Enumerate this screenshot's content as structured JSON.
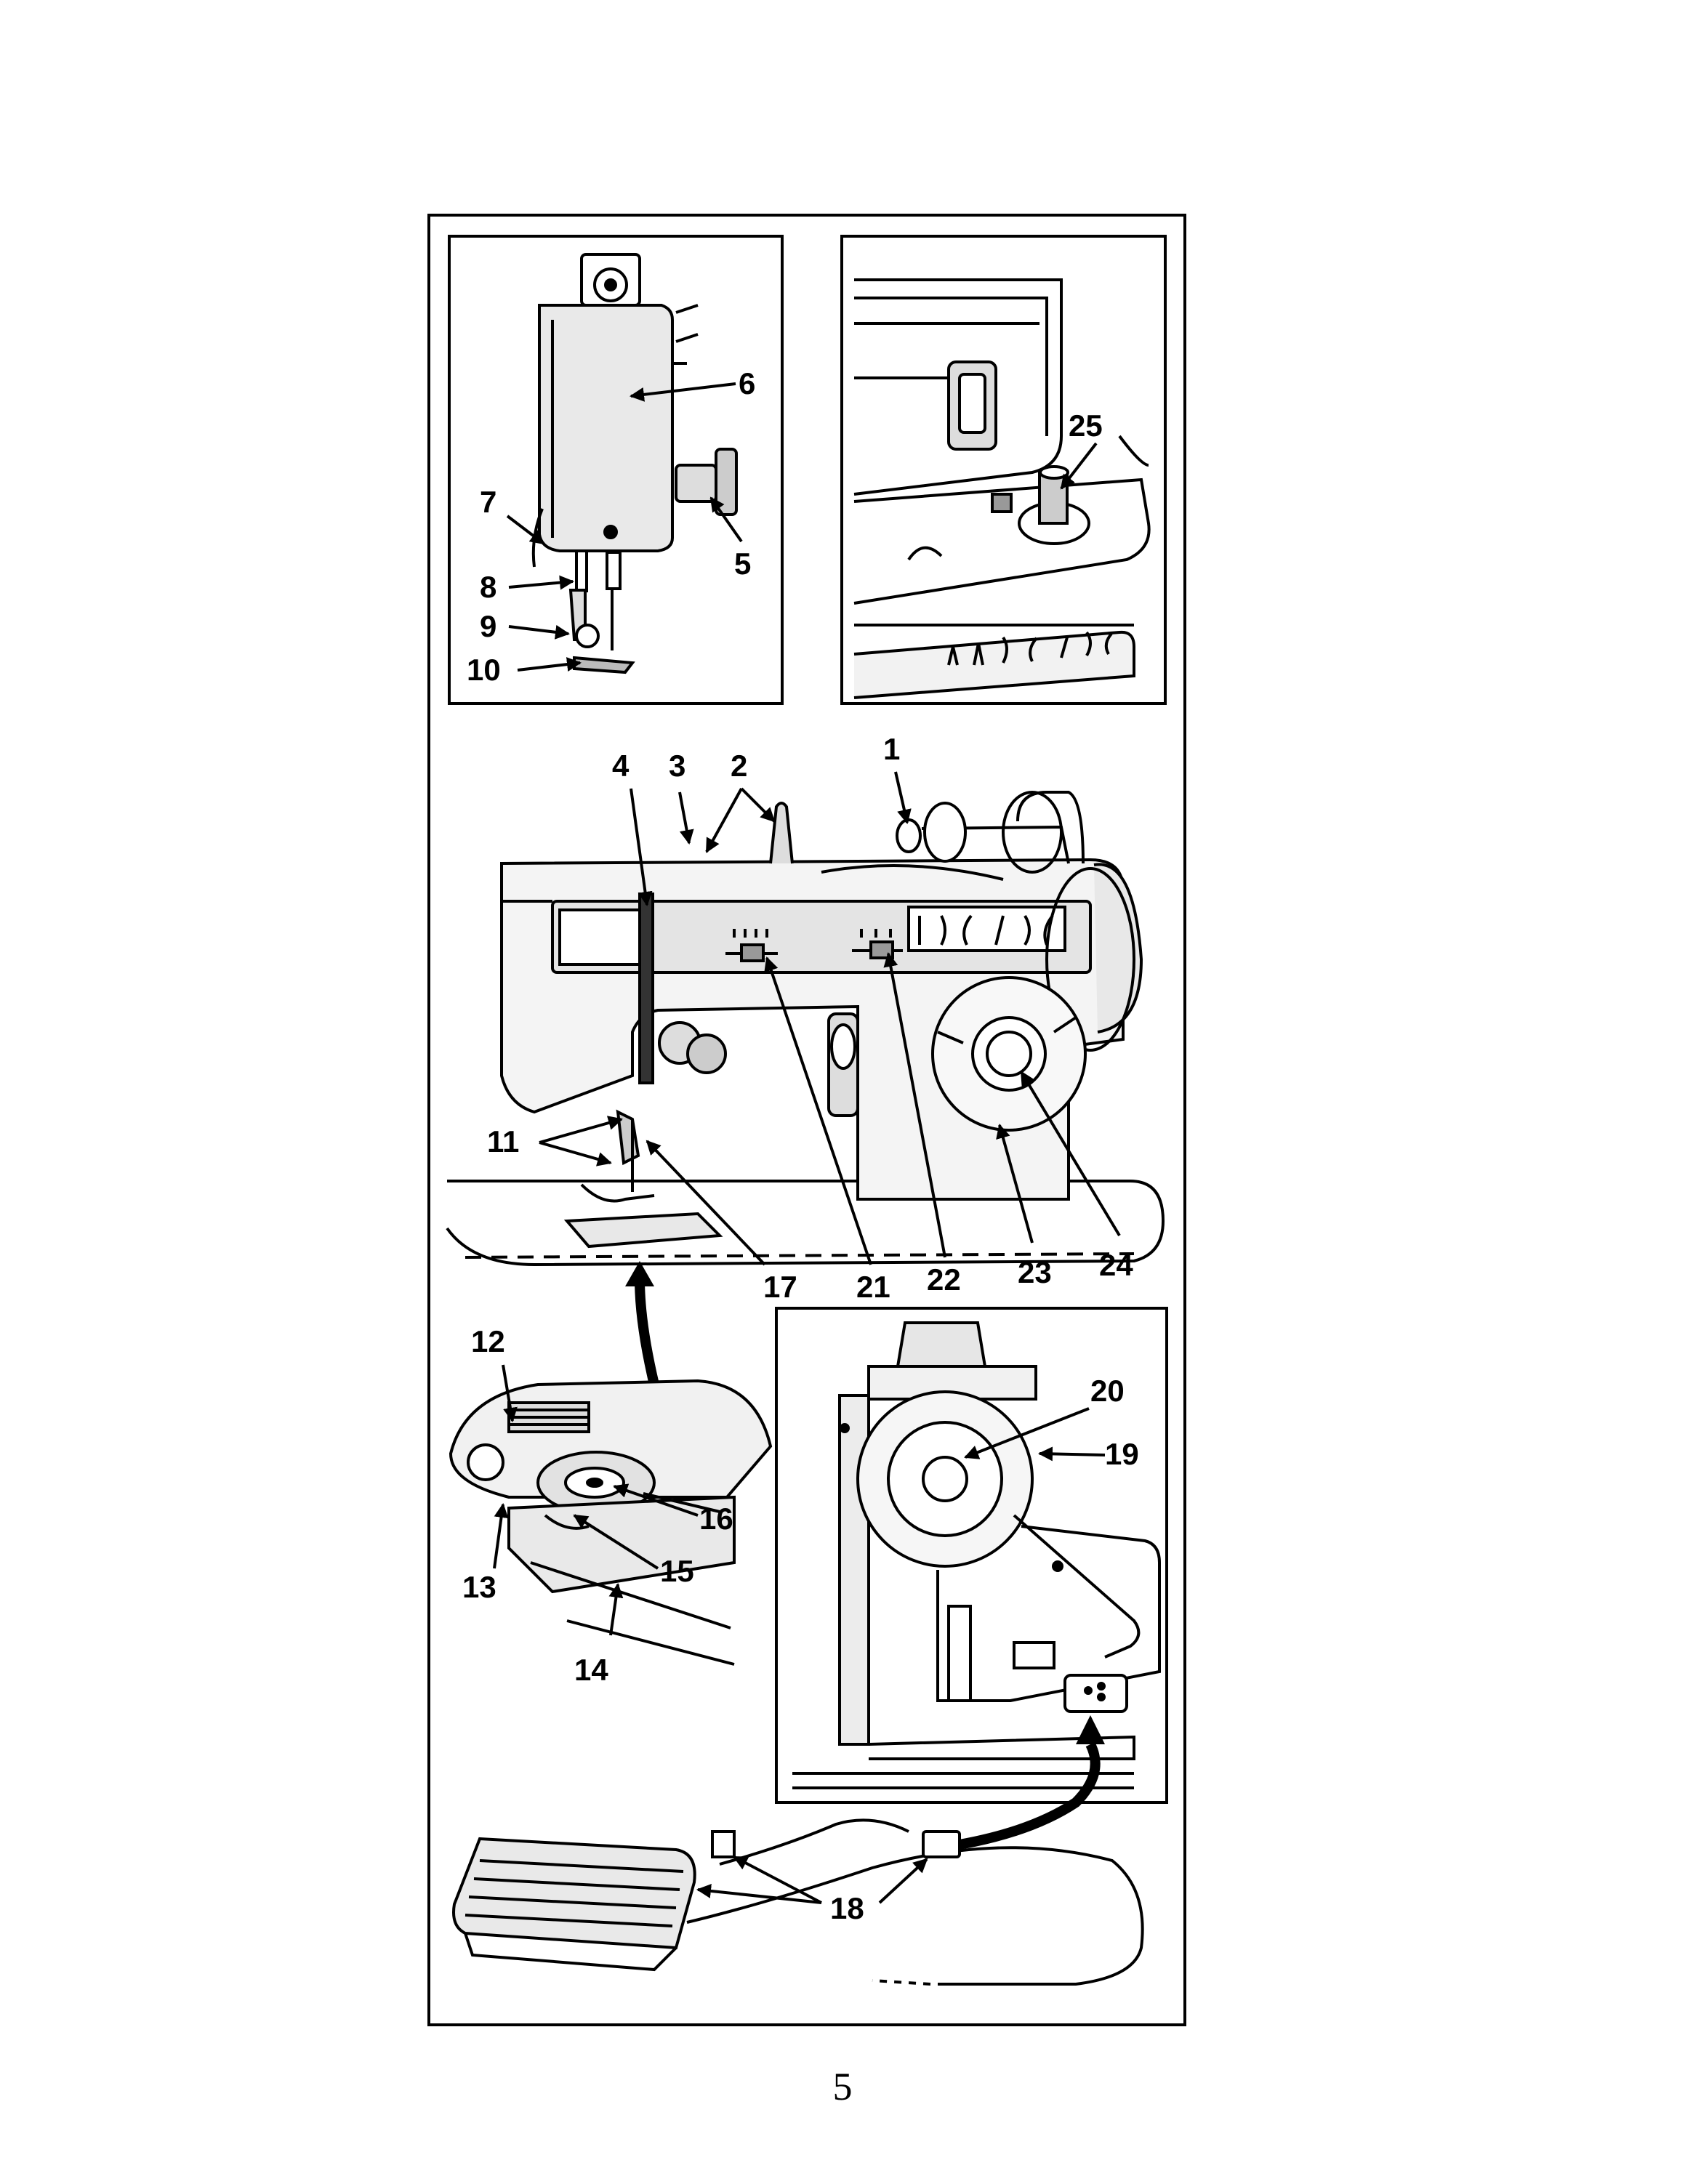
{
  "page_number": "5",
  "colors": {
    "ink": "#000000",
    "paper": "#ffffff"
  },
  "panels": {
    "head_detail": {
      "labels": [
        "6",
        "5",
        "7",
        "8",
        "9",
        "10"
      ]
    },
    "bobbin_winder_detail": {
      "labels": [
        "25"
      ]
    },
    "main_machine": {
      "labels": [
        "4",
        "3",
        "2",
        "1",
        "11",
        "17",
        "21",
        "22",
        "23",
        "24"
      ]
    },
    "needle_plate_detail": {
      "labels": [
        "12",
        "13",
        "14",
        "15",
        "16"
      ]
    },
    "side_view_detail": {
      "labels": [
        "20",
        "19"
      ]
    },
    "foot_control": {
      "labels": [
        "18"
      ]
    }
  }
}
